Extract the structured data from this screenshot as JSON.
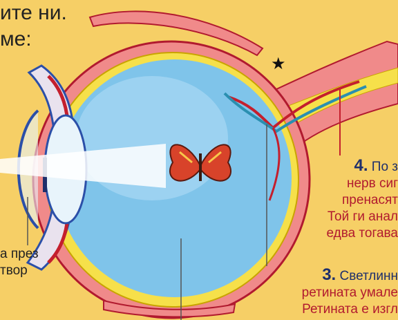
{
  "heading": {
    "line1": "ите ни.",
    "line2": "ме:"
  },
  "left_caption": {
    "line1": "а през",
    "line2": "твор"
  },
  "step4": {
    "num": "4.",
    "line1": "По з",
    "line2": "нерв сиг",
    "line3": "пренасят",
    "line4": "Той ги анал",
    "line5": "едва тогава"
  },
  "step3": {
    "num": "3.",
    "line1": "Светлинн",
    "line2": "ретината умале",
    "line3": "Ретината е изгл"
  },
  "marker": "★",
  "colors": {
    "background": "#f6cf66",
    "vitreous": "#7fc4ea",
    "sclera": "#f08a8a",
    "retina": "#f6e04a",
    "blood_red": "#c41f2d",
    "blood_blue": "#2a8fb0",
    "lens": "#e8f4fb",
    "iris_blue": "#2b4fa8",
    "butterfly": "#d8432a"
  }
}
